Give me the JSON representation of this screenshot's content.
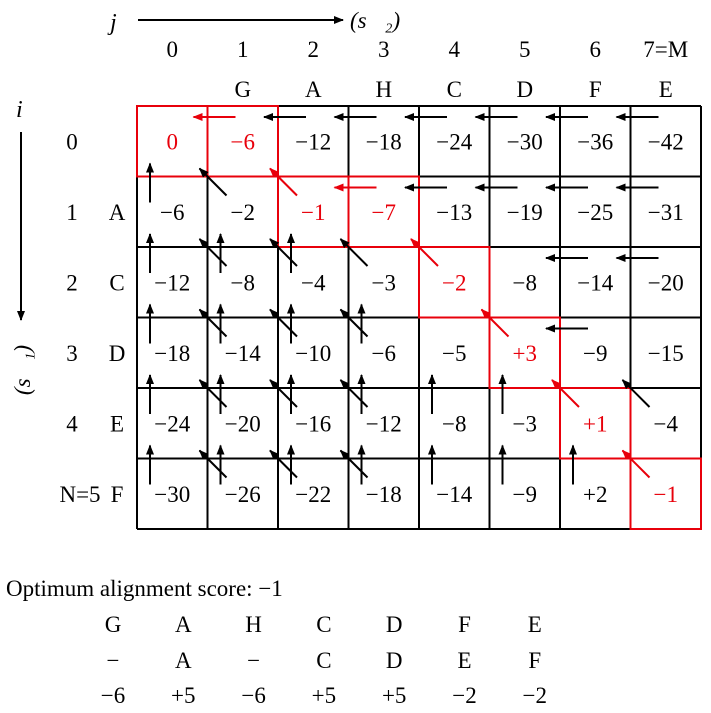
{
  "axes": {
    "j_label": "j",
    "j_vector": "(s⃗₂)",
    "i_label": "i",
    "i_vector": "(s⃗₁)"
  },
  "columns": {
    "indices": [
      "0",
      "1",
      "2",
      "3",
      "4",
      "5",
      "6",
      "7=M"
    ],
    "letters": [
      "",
      "G",
      "A",
      "H",
      "C",
      "D",
      "F",
      "E"
    ]
  },
  "rows": {
    "indices": [
      "0",
      "1",
      "2",
      "3",
      "4",
      "N=5"
    ],
    "letters": [
      "",
      "A",
      "C",
      "D",
      "E",
      "F"
    ]
  },
  "matrix": [
    [
      "0",
      "−6",
      "−12",
      "−18",
      "−24",
      "−30",
      "−36",
      "−42"
    ],
    [
      "−6",
      "−2",
      "−1",
      "−7",
      "−13",
      "−19",
      "−25",
      "−31"
    ],
    [
      "−12",
      "−8",
      "−4",
      "−3",
      "−2",
      "−8",
      "−14",
      "−20"
    ],
    [
      "−18",
      "−14",
      "−10",
      "−6",
      "−5",
      "+3",
      "−9",
      "−15"
    ],
    [
      "−24",
      "−20",
      "−16",
      "−12",
      "−8",
      "−3",
      "+1",
      "−4"
    ],
    [
      "−30",
      "−26",
      "−22",
      "−18",
      "−14",
      "−9",
      "+2",
      "−1"
    ]
  ],
  "traceback_path": [
    [
      0,
      0
    ],
    [
      0,
      1
    ],
    [
      1,
      2
    ],
    [
      1,
      3
    ],
    [
      2,
      4
    ],
    [
      3,
      5
    ],
    [
      4,
      6
    ],
    [
      5,
      7
    ]
  ],
  "arrows": {
    "left": [
      [
        0,
        1
      ],
      [
        0,
        2
      ],
      [
        0,
        3
      ],
      [
        0,
        4
      ],
      [
        0,
        5
      ],
      [
        0,
        6
      ],
      [
        0,
        7
      ],
      [
        1,
        3
      ],
      [
        1,
        4
      ],
      [
        1,
        5
      ],
      [
        1,
        6
      ],
      [
        1,
        7
      ],
      [
        2,
        6
      ],
      [
        2,
        7
      ],
      [
        3,
        6
      ]
    ],
    "up": [
      [
        1,
        0
      ],
      [
        2,
        0
      ],
      [
        3,
        0
      ],
      [
        4,
        0
      ],
      [
        5,
        0
      ],
      [
        2,
        1
      ],
      [
        3,
        1
      ],
      [
        4,
        1
      ],
      [
        5,
        1
      ],
      [
        2,
        2
      ],
      [
        3,
        2
      ],
      [
        4,
        2
      ],
      [
        5,
        2
      ],
      [
        3,
        3
      ],
      [
        4,
        3
      ],
      [
        5,
        3
      ],
      [
        4,
        4
      ],
      [
        5,
        4
      ],
      [
        4,
        5
      ],
      [
        5,
        5
      ],
      [
        5,
        6
      ]
    ],
    "diag": [
      [
        1,
        1
      ],
      [
        1,
        2
      ],
      [
        2,
        1
      ],
      [
        2,
        2
      ],
      [
        2,
        3
      ],
      [
        2,
        4
      ],
      [
        3,
        1
      ],
      [
        3,
        2
      ],
      [
        3,
        3
      ],
      [
        3,
        5
      ],
      [
        4,
        1
      ],
      [
        4,
        2
      ],
      [
        4,
        3
      ],
      [
        4,
        6
      ],
      [
        4,
        7
      ],
      [
        5,
        1
      ],
      [
        5,
        2
      ],
      [
        5,
        3
      ],
      [
        5,
        7
      ]
    ]
  },
  "colors": {
    "highlight": "#e8000b",
    "grid": "#000000"
  },
  "alignment": {
    "caption": "Optimum alignment score: −1",
    "seq1": [
      "G",
      "A",
      "H",
      "C",
      "D",
      "F",
      "E"
    ],
    "seq2": [
      "−",
      "A",
      "−",
      "C",
      "D",
      "E",
      "F"
    ],
    "scores": [
      "−6",
      "+5",
      "−6",
      "+5",
      "+5",
      "−2",
      "−2"
    ]
  }
}
